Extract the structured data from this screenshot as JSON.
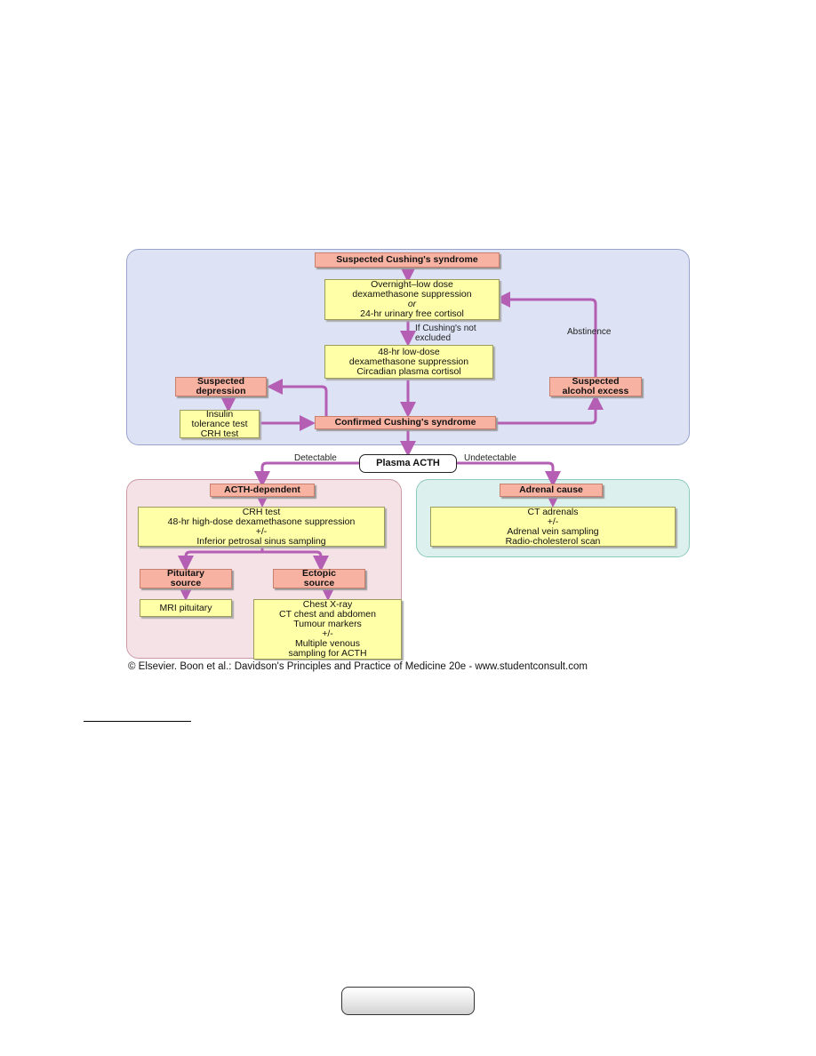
{
  "flowchart": {
    "suspected_cushings": "Suspected Cushing's syndrome",
    "screening_tests": [
      "Overnight–low dose",
      "dexamethasone suppression",
      "or",
      "24-hr urinary free cortisol"
    ],
    "if_not_excluded": [
      "If Cushing's not",
      "excluded"
    ],
    "abstinence": "Abstinence",
    "confirm_tests": [
      "48-hr low-dose",
      "dexamethasone suppression",
      "Circadian plasma cortisol"
    ],
    "suspected_depression": [
      "Suspected",
      "depression"
    ],
    "depression_tests": [
      "Insulin",
      "tolerance test",
      "CRH test"
    ],
    "suspected_alcohol": [
      "Suspected",
      "alcohol excess"
    ],
    "confirmed_cushings": "Confirmed Cushing's syndrome",
    "plasma_acth": "Plasma ACTH",
    "detectable": "Detectable",
    "undetectable": "Undetectable",
    "acth_dependent": "ACTH-dependent",
    "acth_dependent_tests": [
      "CRH test",
      "48-hr high-dose dexamethasone suppression",
      "+/-",
      "Inferior petrosal sinus sampling"
    ],
    "adrenal_cause": "Adrenal cause",
    "adrenal_tests": [
      "CT adrenals",
      "+/-",
      "Adrenal vein sampling",
      "Radio-cholesterol scan"
    ],
    "pituitary_source": [
      "Pituitary",
      "source"
    ],
    "ectopic_source": [
      "Ectopic",
      "source"
    ],
    "mri_pituitary": "MRI pituitary",
    "ectopic_tests": [
      "Chest X-ray",
      "CT chest and abdomen",
      "Tumour markers",
      "+/-",
      "Multiple venous",
      "sampling for ACTH"
    ],
    "credit": "© Elsevier. Boon et al.: Davidson's Principles and Practice of Medicine 20e - www.studentconsult.com"
  },
  "colors": {
    "arrow": "#b45fb4",
    "header_fill": "#f7b2a2",
    "test_fill": "#ffffa8",
    "top_region": "#dde3f5",
    "left_region": "#f4e2e6",
    "right_region": "#dcf1ed"
  },
  "page_number": ""
}
